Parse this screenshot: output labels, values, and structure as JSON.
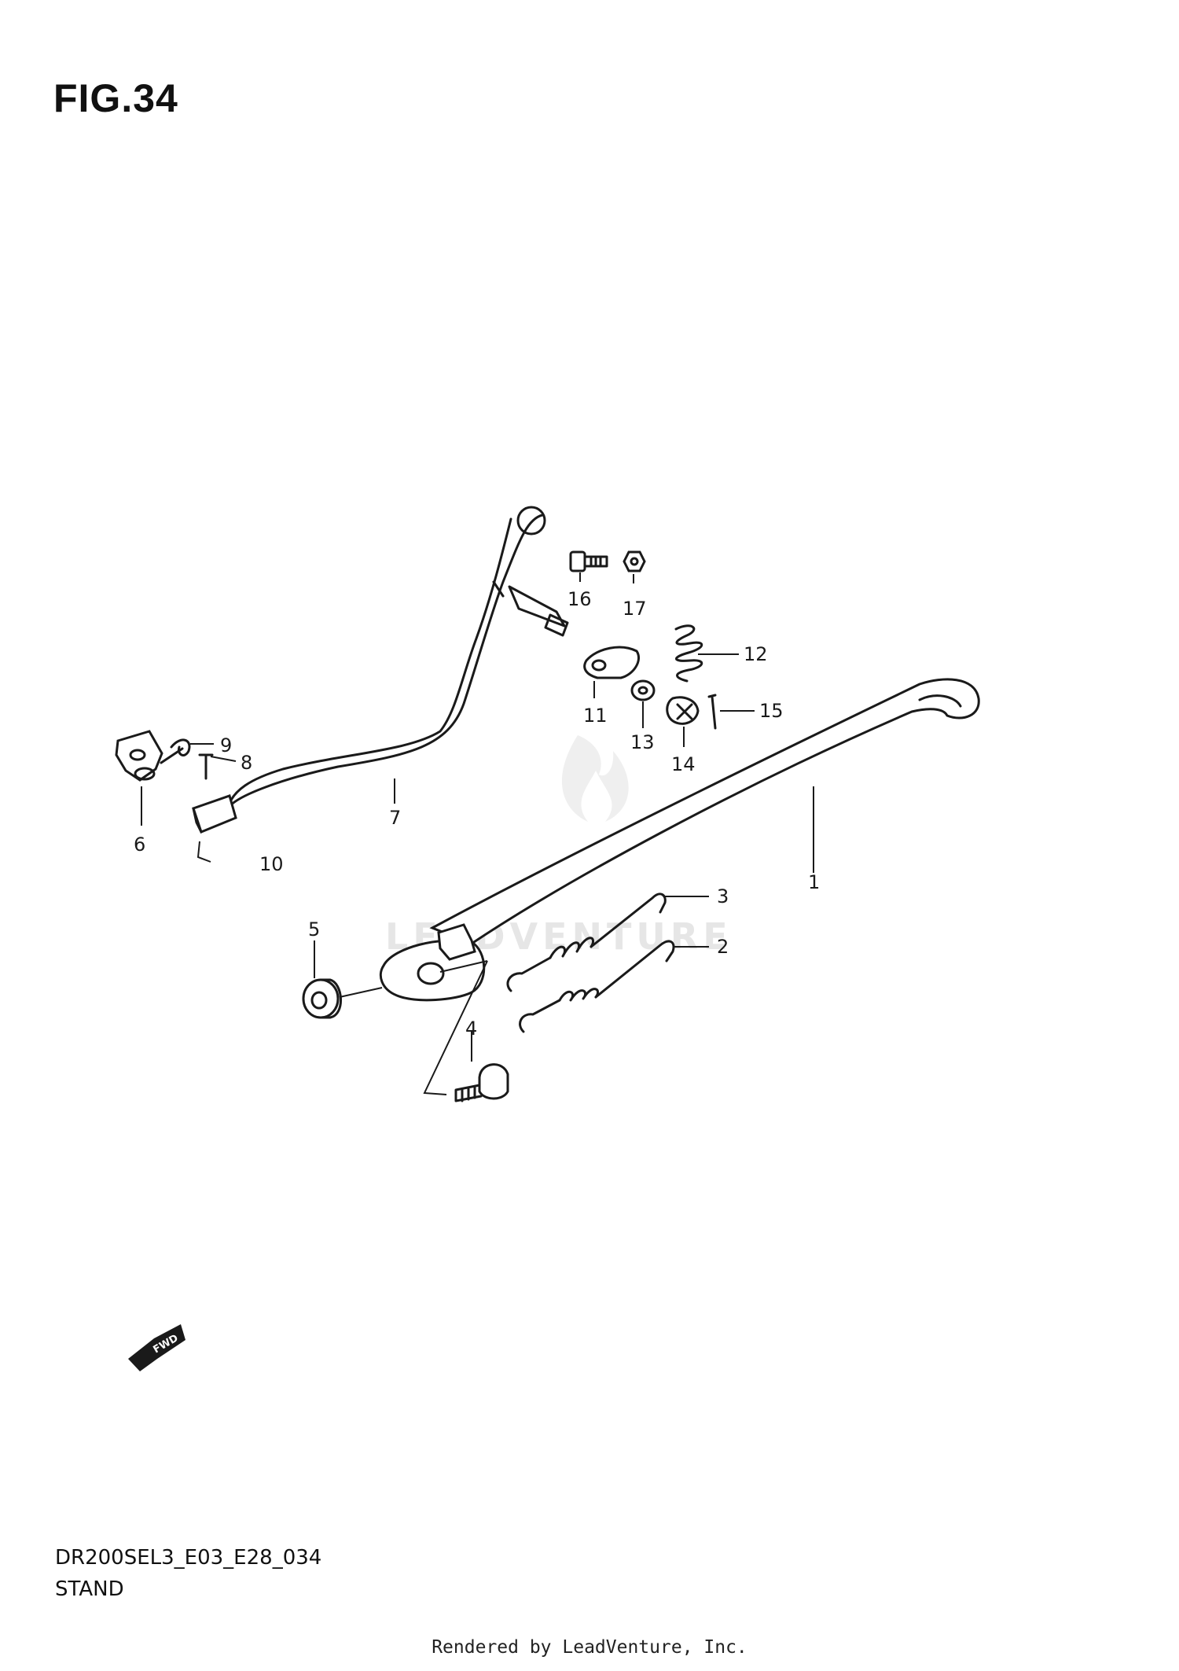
{
  "figure": {
    "title": "FIG.34",
    "code": "DR200SEL3_E03_E28_034",
    "subtitle": "STAND"
  },
  "direction_badge": "FWD",
  "watermark": "LEADVENTURE",
  "footer": "Rendered by LeadVenture, Inc.",
  "callouts": [
    "1",
    "2",
    "3",
    "4",
    "5",
    "6",
    "7",
    "8",
    "9",
    "10",
    "11",
    "12",
    "13",
    "14",
    "15",
    "16",
    "17"
  ]
}
